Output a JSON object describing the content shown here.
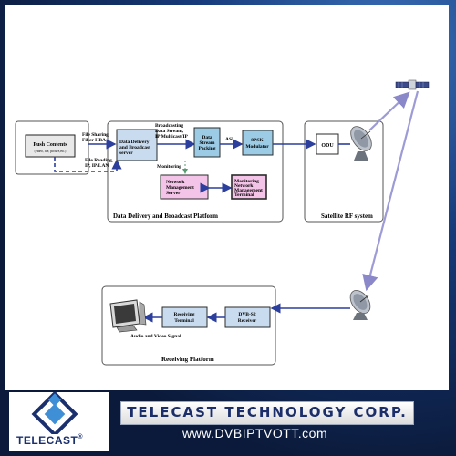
{
  "push_contents": {
    "title": "Push Contents",
    "subtitle": "(video, file, picture,etc.)"
  },
  "labels": {
    "file_sharing": "File Sharing",
    "fiber_hba": "Fiber HBA",
    "file_reading": "File Reading,",
    "ip_lan": "IP, IP/LAN",
    "broadcasting": "Broadcasting",
    "data_stream": "Data Stream,",
    "ip_multicast": "IP Multicast/IP",
    "asi": "ASI",
    "monitoring": "Monitoring",
    "audio_video": "Audio and Video Signal"
  },
  "boxes": {
    "delivery_server": [
      "Data Delivery",
      "and Broadcast",
      "server"
    ],
    "stream_packing": [
      "Data",
      "Stream",
      "Packing"
    ],
    "modulator": [
      "8PSK",
      "Modulator"
    ],
    "nms_server": [
      "Network",
      "Management",
      "Server"
    ],
    "monitoring_terminal": [
      "Monitoring",
      "Network",
      "Management",
      "Terminal"
    ],
    "odu": [
      "ODU"
    ],
    "dvb_receiver": [
      "DVB-S2",
      "Receiver"
    ],
    "receiving_terminal": [
      "Receiving",
      "Terminal"
    ]
  },
  "platforms": {
    "delivery": "Data Delivery and Broadcast Platform",
    "satellite": "Satellite RF system",
    "receiving": "Receiving Platform"
  },
  "footer": {
    "logo_text": "TELECAST",
    "registered": "®",
    "company": "TELECAST TECHNOLOGY CORP.",
    "website": "www.DVBIPTVOTT.com"
  },
  "colors": {
    "push_fill": "#e8e8e8",
    "server_fill": "#c9dcef",
    "packing_fill": "#9ccbe6",
    "nms_fill": "#f4c4e8",
    "arrow": "#2d3f9c",
    "beam": "#9d9bd6"
  }
}
